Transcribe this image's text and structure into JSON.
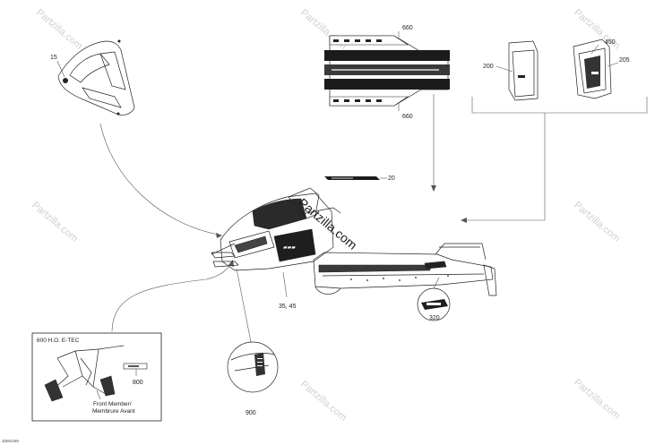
{
  "callouts": {
    "c15": "15",
    "c660_top": "660",
    "c660_bottom": "660",
    "c200": "200",
    "c450": "450",
    "c205": "205",
    "c20": "20",
    "c35_45": "35, 45",
    "c320": "320",
    "c800": "800",
    "c900": "900"
  },
  "inset": {
    "title": "600 H.O. E-TEC",
    "front_member_line1": "Front Member/",
    "front_member_line2": "Membrure Avant"
  },
  "watermark": {
    "center_text": "Partzilla.com",
    "repeat_text": "Partzilla.com"
  },
  "figure_code": "32M1329",
  "colors": {
    "ink": "#222222",
    "watermark": "#d0d0d0",
    "background": "#ffffff"
  }
}
